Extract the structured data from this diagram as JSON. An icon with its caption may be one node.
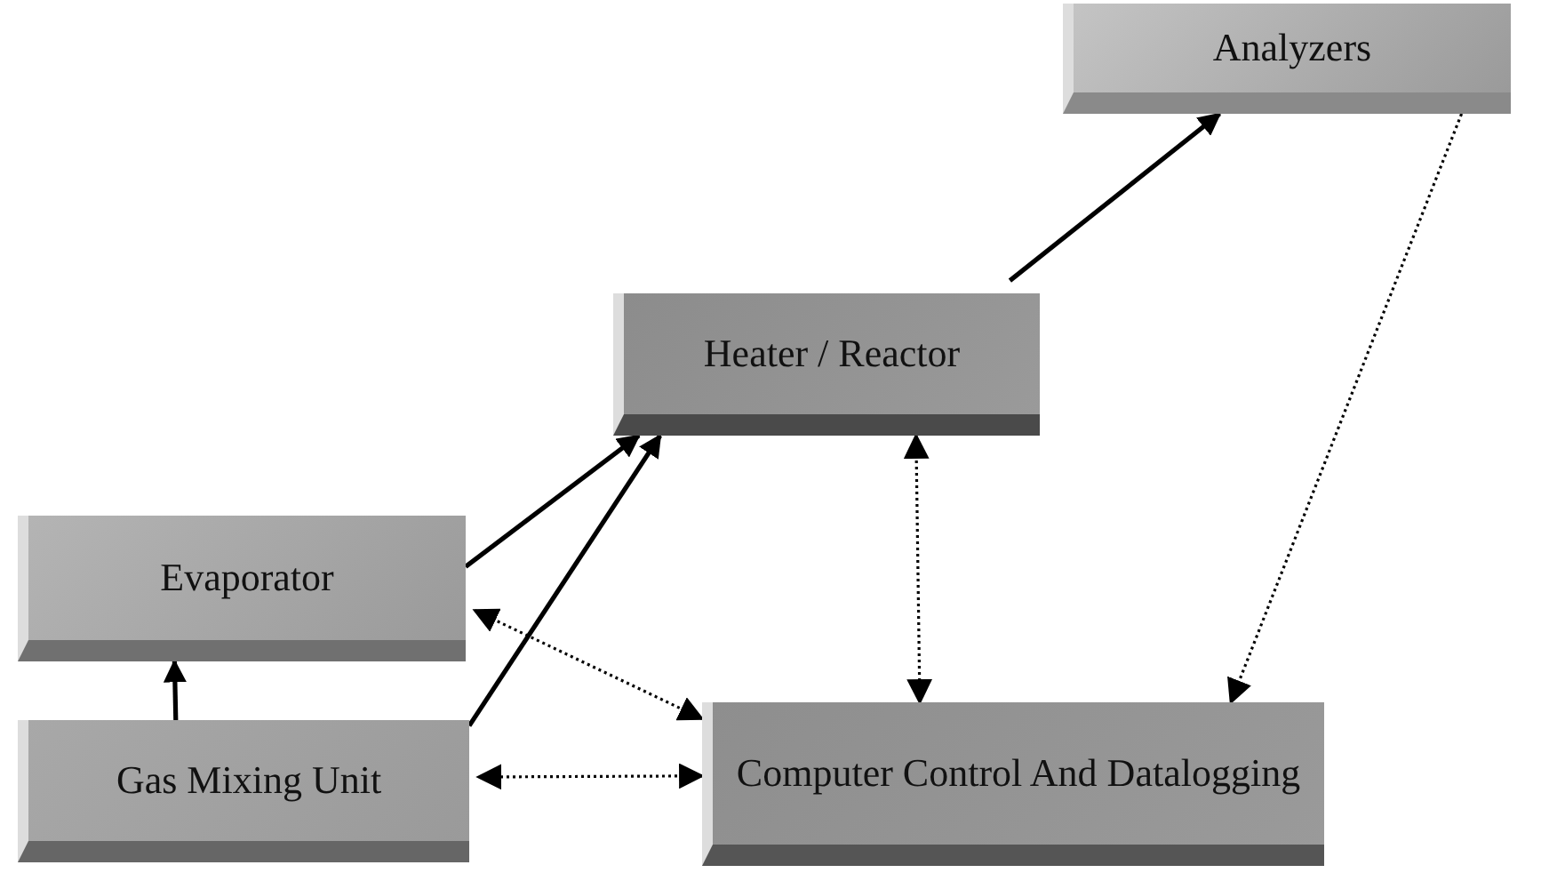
{
  "diagram": {
    "nodes": [
      {
        "text": [
          "Analyzers"
        ]
      },
      {
        "text": [
          "Heater / Reactor"
        ]
      },
      {
        "text": [
          "Evaporator"
        ]
      },
      {
        "text": [
          "Gas Mixing Unit"
        ]
      },
      {
        "text": [
          "Computer Control And Datalogging"
        ]
      }
    ],
    "edges": [
      {
        "from": 3,
        "to": 2,
        "arrow": "to"
      },
      {
        "from": 2,
        "to": 1,
        "arrow": "to"
      },
      {
        "from": 3,
        "to": 1,
        "arrow": "to"
      },
      {
        "from": 1,
        "to": 0,
        "arrow": "to"
      },
      {
        "from": 1,
        "to": 4,
        "arrow": "both",
        "style": "dashed"
      },
      {
        "from": 0,
        "to": 4,
        "arrow": "to",
        "style": "dashed"
      },
      {
        "from": 4,
        "to": 2,
        "arrow": "both",
        "style": "dashed"
      },
      {
        "from": 4,
        "to": 3,
        "arrow": "both",
        "style": "dashed"
      }
    ]
  }
}
